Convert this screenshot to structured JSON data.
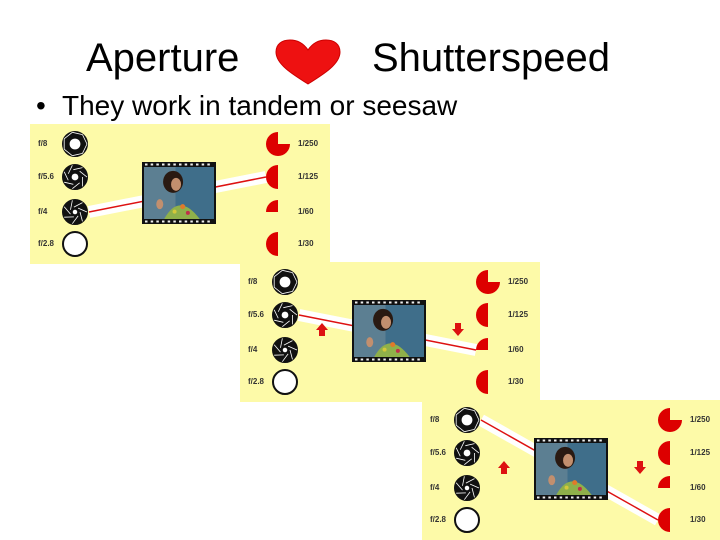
{
  "slide": {
    "title_left": "Aperture",
    "title_right": "Shutterspeed",
    "heart_icon": "heart-icon",
    "heart_color": "#ee1111",
    "bullet_text": "They work in tandem or seesaw"
  },
  "panels": [
    {
      "apertures": [
        "f/8",
        "f/5.6",
        "f/4",
        "f/2.8"
      ],
      "shutters": [
        "1/250",
        "1/125",
        "1/60",
        "1/30"
      ],
      "selected_aperture": 2,
      "selected_shutter": 1,
      "arrows": false
    },
    {
      "apertures": [
        "f/8",
        "f/5.6",
        "f/4",
        "f/2.8"
      ],
      "shutters": [
        "1/250",
        "1/125",
        "1/60",
        "1/30"
      ],
      "selected_aperture": 1,
      "selected_shutter": 2,
      "arrows": true
    },
    {
      "apertures": [
        "f/8",
        "f/5.6",
        "f/4",
        "f/2.8"
      ],
      "shutters": [
        "1/250",
        "1/125",
        "1/60",
        "1/30"
      ],
      "selected_aperture": 0,
      "selected_shutter": 3,
      "arrows": true
    }
  ],
  "colors": {
    "panel_bg": "#fdfaa8",
    "line_red": "#dd1111",
    "shutter_red": "#dd0000"
  }
}
